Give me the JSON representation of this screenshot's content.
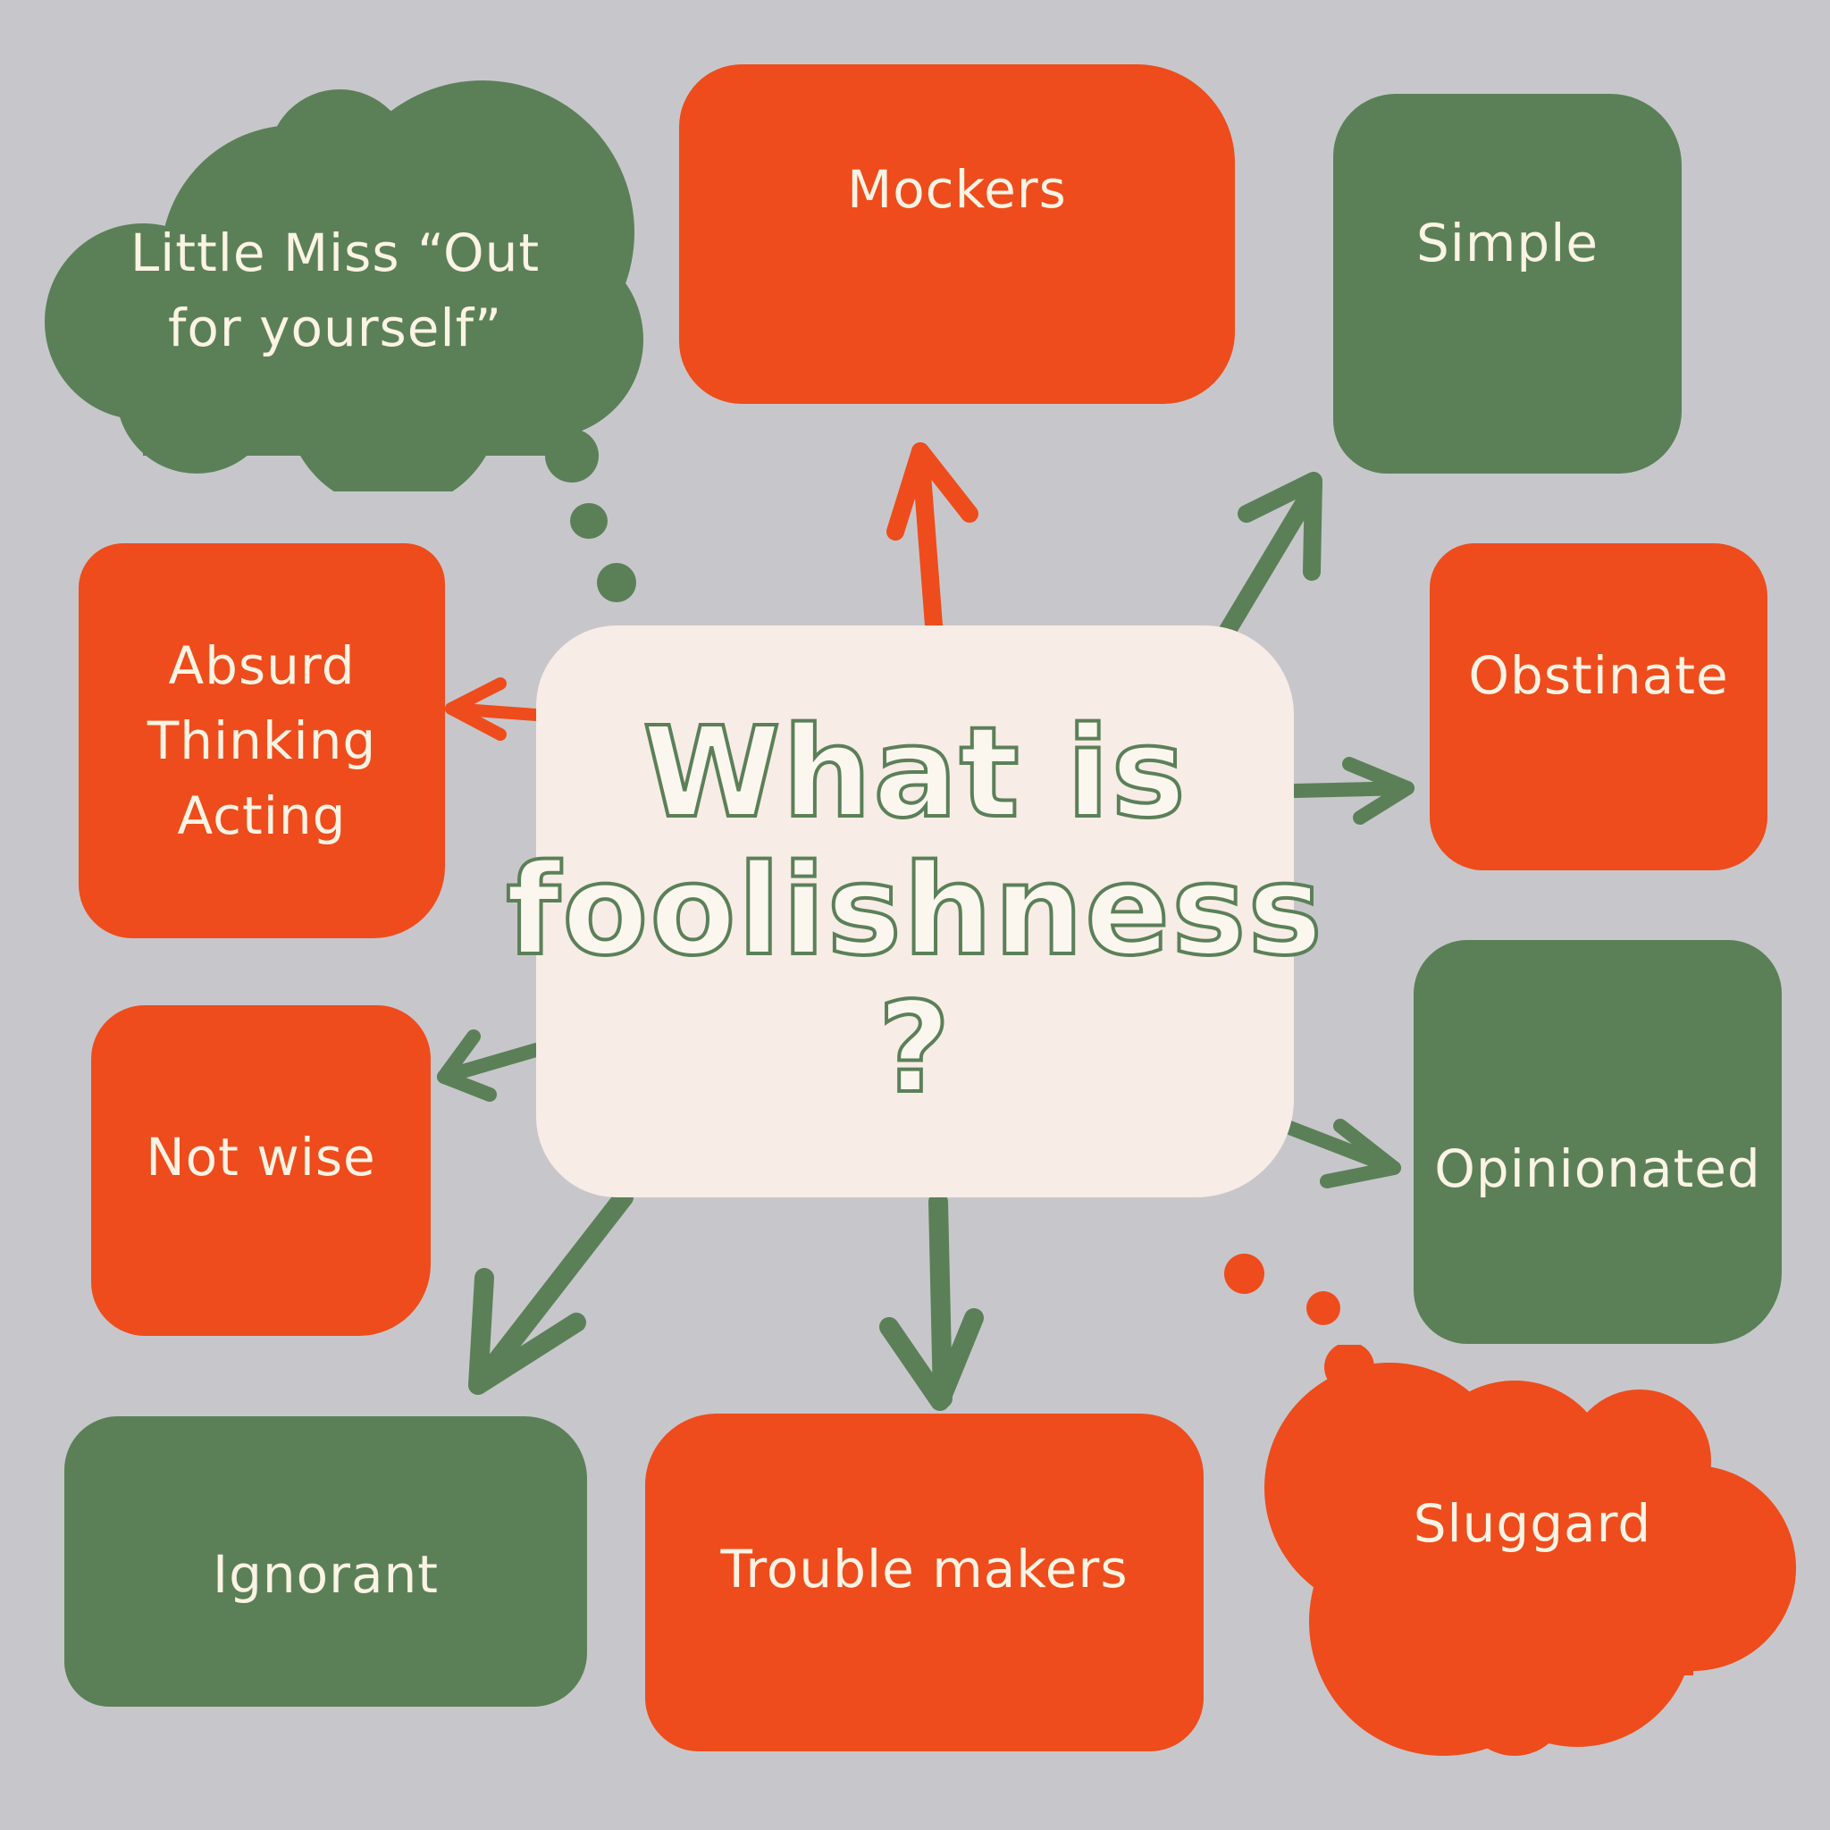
{
  "center": {
    "title": "What is\nfoolishness\n?"
  },
  "nodes": {
    "little_miss": "Little Miss “Out\nfor yourself”",
    "mockers": "Mockers",
    "simple": "Simple",
    "absurd": "Absurd\nThinking\nActing",
    "obstinate": "Obstinate",
    "not_wise": "Not wise",
    "opinionated": "Opinionated",
    "ignorant": "Ignorant",
    "trouble_makers": "Trouble makers",
    "sluggard": "Sluggard"
  },
  "colors": {
    "background": "#c7c7cb",
    "orange": "#ee4c1c",
    "green": "#5b8058",
    "center_fill": "#f8ece6",
    "text": "#fbf3e3"
  }
}
